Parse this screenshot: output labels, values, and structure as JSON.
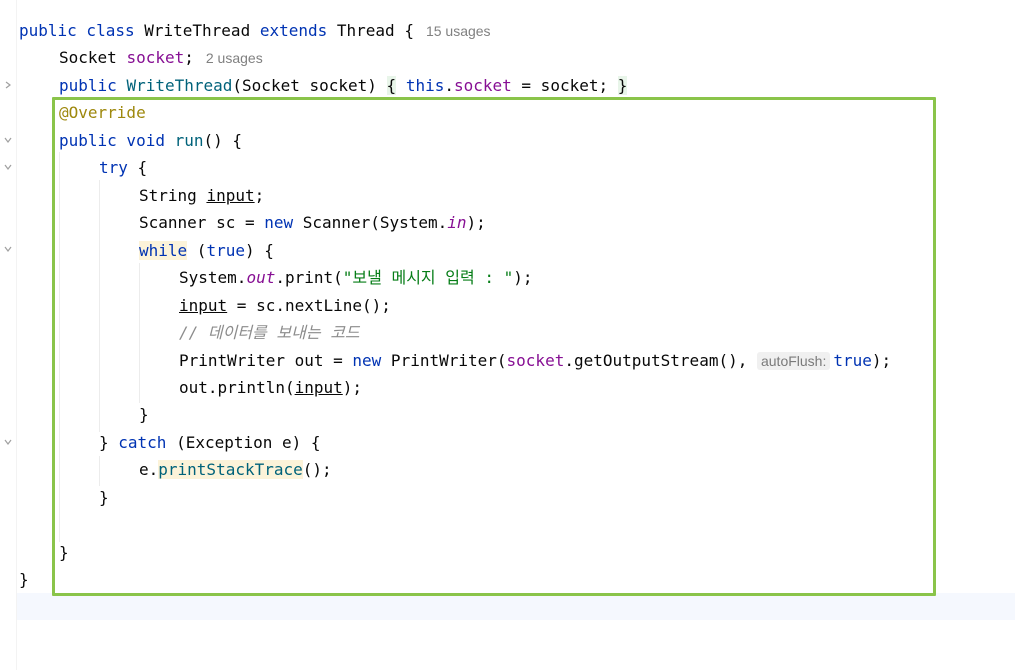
{
  "editor": {
    "lines": {
      "l1": {
        "kw1": "public class ",
        "name": "WriteThread ",
        "kw2": "extends ",
        "parent": "Thread {",
        "hint": "15 usages"
      },
      "l2": {
        "type": "Socket ",
        "field": "socket",
        "semi": ";",
        "hint": "2 usages"
      },
      "l3": {
        "kw": "public ",
        "ctor": "WriteThread",
        "params": "(Socket socket) ",
        "brace_open": "{",
        "this_kw": "this",
        "dot": ".",
        "field": "socket",
        "rest": " = socket; ",
        "brace_close": "}"
      },
      "l4": {
        "annotation": "@Override"
      },
      "l5": {
        "kw": "public void ",
        "method": "run",
        "rest": "() {"
      },
      "l6": {
        "kw": "try",
        "rest": " {"
      },
      "l7": {
        "type": "String ",
        "var": "input",
        "rest": ";"
      },
      "l8": {
        "a": "Scanner sc = ",
        "kw": "new",
        "b": " Scanner(System.",
        "static": "in",
        "c": ");"
      },
      "l9": {
        "kw": "while",
        "a": " (",
        "kw2": "true",
        "b": ") {"
      },
      "l10": {
        "a": "System.",
        "static": "out",
        "b": ".print(",
        "str": "\"보낼 메시지 입력 : \"",
        "c": ");"
      },
      "l11": {
        "var": "input",
        "rest": " = sc.nextLine();"
      },
      "l12": {
        "comment": "// 데이터를 보내는 코드"
      },
      "l13": {
        "a": "PrintWriter out = ",
        "kw": "new",
        "b": " PrintWriter(",
        "field": "socket",
        "c": ".getOutputStream(), ",
        "param": "autoFlush:",
        "kw2": "true",
        "d": ");"
      },
      "l14": {
        "a": "out.println(",
        "var": "input",
        "b": ");"
      },
      "l15": {
        "brace": "}"
      },
      "l16": {
        "a": "} ",
        "kw": "catch",
        "b": " (Exception e) {"
      },
      "l17": {
        "a": "e.",
        "method": "printStackTrace",
        "b": "();"
      },
      "l18": {
        "brace": "}"
      },
      "l20": {
        "brace": "}"
      },
      "l21": {
        "brace": "}"
      }
    }
  },
  "colors": {
    "keyword": "#0033b3",
    "field": "#871094",
    "string": "#067d17",
    "annotation": "#9e880d",
    "comment": "#8c8c8c",
    "highlight_box": "#8ac44a"
  }
}
